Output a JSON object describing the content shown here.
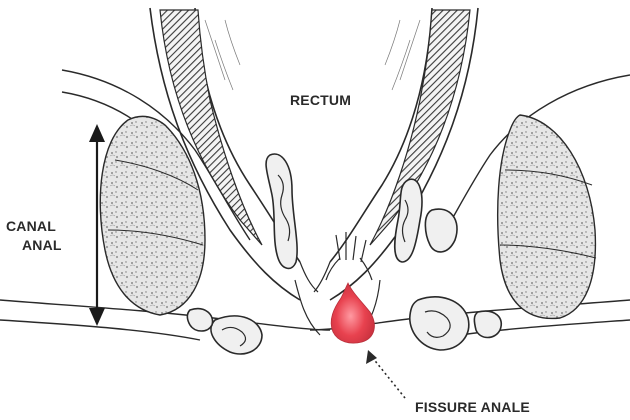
{
  "labels": {
    "rectum": "RECTUM",
    "canal_line1": "CANAL",
    "canal_line2": "ANAL",
    "fissure": "FISSURE ANALE"
  },
  "colors": {
    "ink": "#2a2a2a",
    "fissure": "#e8424f",
    "tissue_fill": "#d9d9d9",
    "hatch_fill": "#6a6a6a"
  }
}
